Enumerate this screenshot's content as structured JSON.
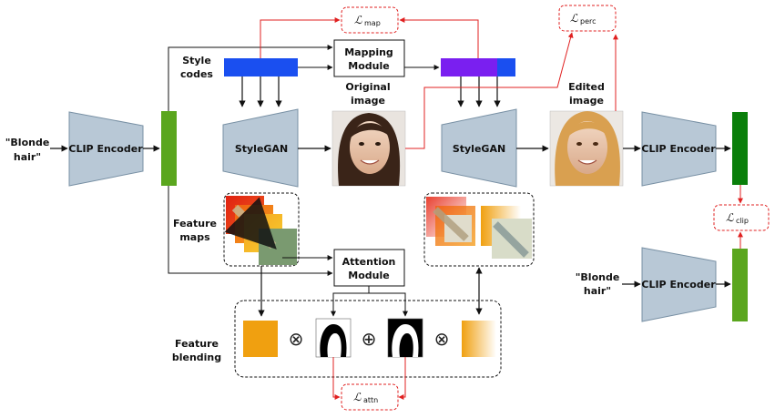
{
  "inputs": {
    "prompt_left": [
      "\"Blonde",
      "hair\""
    ],
    "prompt_right": [
      "\"Blonde",
      "hair\""
    ]
  },
  "labels": {
    "style_codes": [
      "Style",
      "codes"
    ],
    "feature_maps": [
      "Feature",
      "maps"
    ],
    "feature_blending": [
      "Feature",
      "blending"
    ],
    "original_image": [
      "Original",
      "image"
    ],
    "edited_image": [
      "Edited",
      "image"
    ]
  },
  "modules": {
    "clip_encoder": "CLIP Encoder",
    "stylegan": "StyleGAN",
    "mapping": [
      "Mapping",
      "Module"
    ],
    "attention": [
      "Attention",
      "Module"
    ]
  },
  "losses": {
    "symbol": "ℒ",
    "map": "map",
    "perc": "perc",
    "clip": "clip",
    "attn": "attn"
  },
  "symbols": {
    "otimes": "⊗",
    "oplus": "⊕"
  },
  "colors": {
    "module_fill": "#b8c8d6",
    "clip_text_green": "#5aa61e",
    "clip_image_green": "#0a7f0a",
    "style_blue": "#1a4ff0",
    "mapped_purple": "#7a1ff0",
    "loss_red": "#e02020",
    "feature_orange": "#f0a010"
  }
}
